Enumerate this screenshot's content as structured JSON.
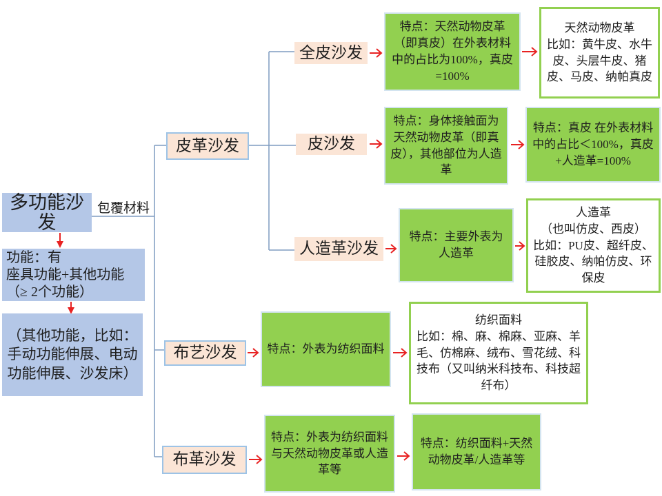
{
  "colors": {
    "blue_fill": "#B4C7E7",
    "peach_fill": "#FBE5D6",
    "peach_border": "#9DC3E6",
    "green_fill": "#92D050",
    "green_box_border": "#D3E4F0",
    "white_box_border": "#92D050",
    "connector_blue": "#7E9CC0",
    "arrow_red": "#E82222",
    "text": "#1f1f1f"
  },
  "root": "多功能沙发",
  "edge_label": "包覆材料",
  "function_box": "功能：有\n座具功能+其他功能\n（≥ 2个功能）",
  "other_functions_box": "（其他功能，比如：\n手动功能伸展、电动功能伸展、沙发床）",
  "categories": {
    "leather_group": "皮革沙发",
    "full_leather": "全皮沙发",
    "leather": "皮沙发",
    "faux_leather": "人造革沙发",
    "fabric": "布艺沙发",
    "fabric_leather": "布革沙发"
  },
  "details": {
    "full_leather_feature": "特点：天然动物皮革（即真皮）在外表材料中的占比为100%，真皮=100%",
    "full_leather_examples": "天然动物皮革\n比如：黄牛皮、水牛皮、头层牛皮、猪皮、马皮、纳帕真皮",
    "leather_feature": "特点：身体接触面为天然动物皮革（即真皮），其他部位为人造革",
    "leather_ratio": "特点：真皮 在外表材料中的占比＜100%，真皮+人造革=100%",
    "faux_leather_feature": "特点：主要外表为人造革",
    "faux_leather_examples": "人造革\n（也叫仿皮、西皮）\n比如：PU皮、超纤皮、硅胶皮、纳帕仿皮、环保皮",
    "fabric_feature": "特点：外表为纺织面料",
    "fabric_examples": "纺织面料\n比如：棉、麻、棉麻、亚麻、羊毛、仿棉麻、绒布、雪花绒、科技布（又叫纳米科技布、科技超纤布）",
    "fabric_leather_feature": "特点：外表为纺织面料与天然动物皮革或人造革等",
    "fabric_leather_composition": "特点：纺织面料+天然动物皮革/人造革等"
  }
}
